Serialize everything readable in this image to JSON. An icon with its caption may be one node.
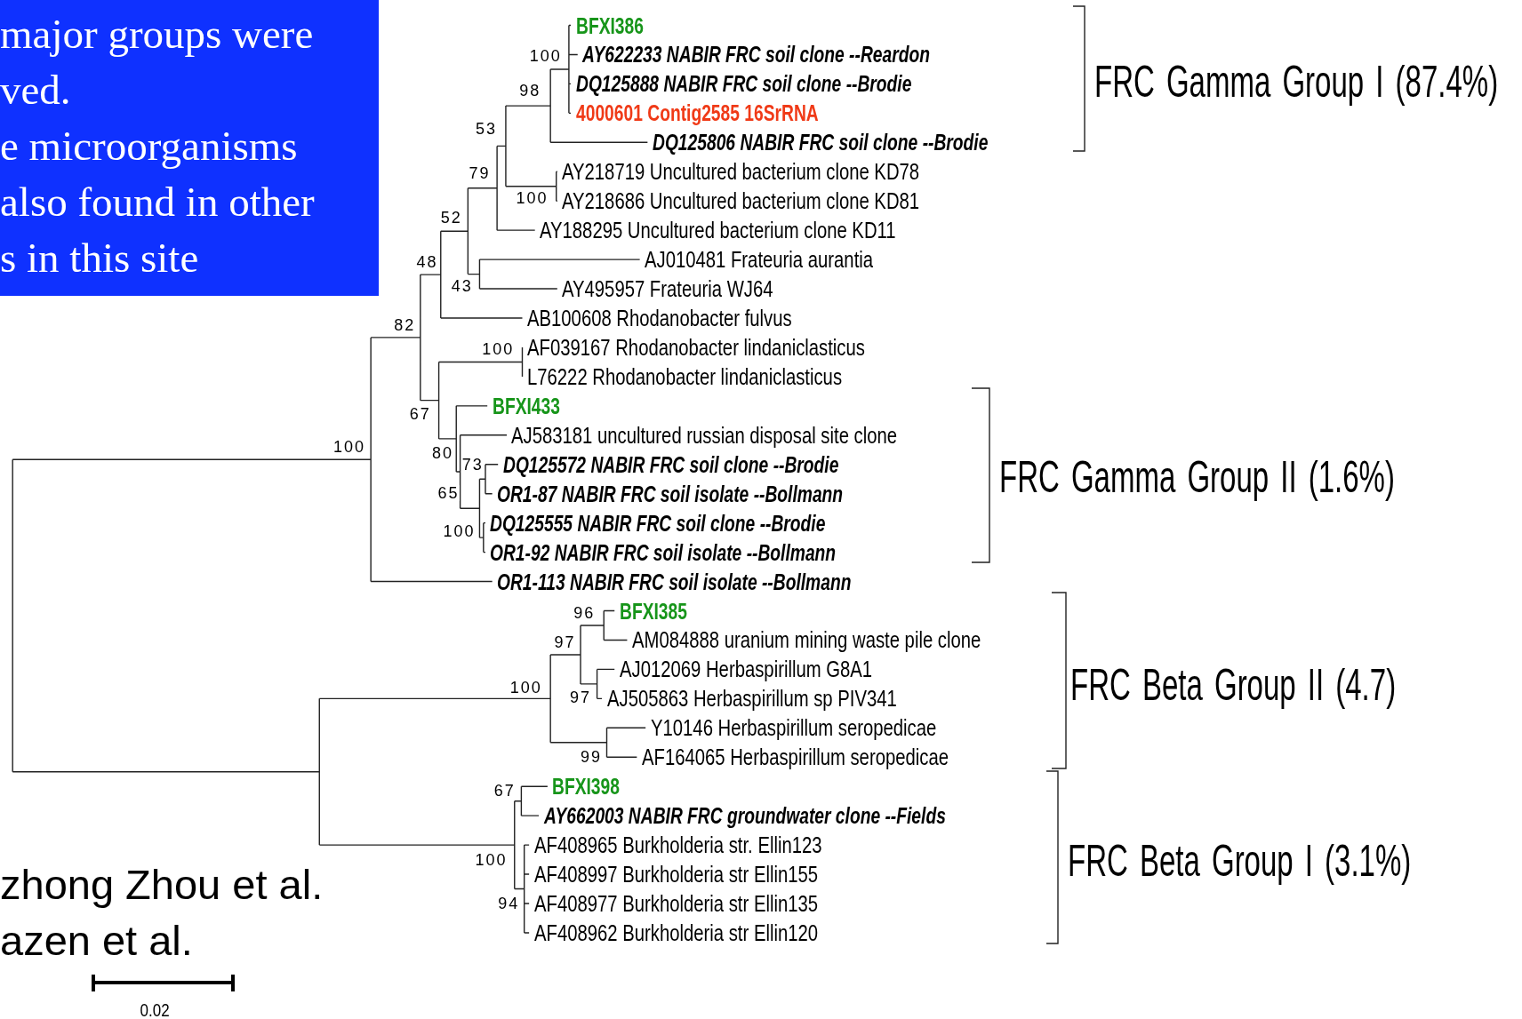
{
  "diagram": {
    "nodes": [
      {
        "text": [
          "major groups were ved.",
          "e microorganisms also found in other s in this site"
        ]
      }
    ],
    "labels": [
      "BFXI386",
      "100",
      "AY622233 NABIR FRC soil clone --Reardon",
      "DQ125888 NABIR FRC soil clone --Brodie",
      "98",
      "4000601 Contig2585 16SrRNA",
      "53",
      "DQ125806 NABIR FRC soil clone --Brodie",
      "AY218719 Uncultured bacterium clone KD78",
      "79",
      "100",
      "AY218686 Uncultured bacterium clone KD81",
      "52",
      "AY188295 Uncultured bacterium clone KD11",
      "AJ010481 Frateuria aurantia",
      "48",
      "43",
      "AY495957 Frateuria WJ64",
      "AB100608 Rhodanobacter fulvus",
      "82",
      "100",
      "AF039167 Rhodanobacter lindaniclasticus",
      "L76222 Rhodanobacter lindaniclasticus",
      "BFXI433",
      "67",
      "AJ583181 uncultured russian disposal site clone",
      "100",
      "80",
      "73",
      "DQ125572 NABIR FRC soil clone --Brodie",
      "65",
      "OR1-87 NABIR FRC soil isolate --Bollmann",
      "DQ125555 NABIR FRC soil clone --Brodie",
      "100",
      "OR1-92 NABIR FRC soil isolate --Bollmann",
      "OR1-113 NABIR FRC soil isolate --Bollmann",
      "96",
      "BFXI385",
      "97",
      "AM084888 uranium mining waste pile clone",
      "AJ012069 Herbaspirillum G8A1",
      "100",
      "97",
      "AJ505863 Herbaspirillum sp PIV341",
      "Y10146 Herbaspirillum seropedicae",
      "99",
      "AF164065 Herbaspirillum seropedicae",
      "67",
      "BFXI398",
      "AY662003 NABIR FRC groundwater clone --Fields",
      "100",
      "AF408965 Burkholderia str. Ellin123",
      "AF408997 Burkholderia str Ellin155",
      "94",
      "AF408977 Burkholderia str Ellin135",
      "AF408962 Burkholderia str Ellin120",
      "FRC Gamma Group I (87.4%)",
      "FRC Gamma Group II (1.6%)",
      "FRC Beta Group II (4.7)",
      "FRC Beta Group I (3.1%)",
      "zhong Zhou et al.",
      "azen et al.",
      "0.02"
    ]
  }
}
